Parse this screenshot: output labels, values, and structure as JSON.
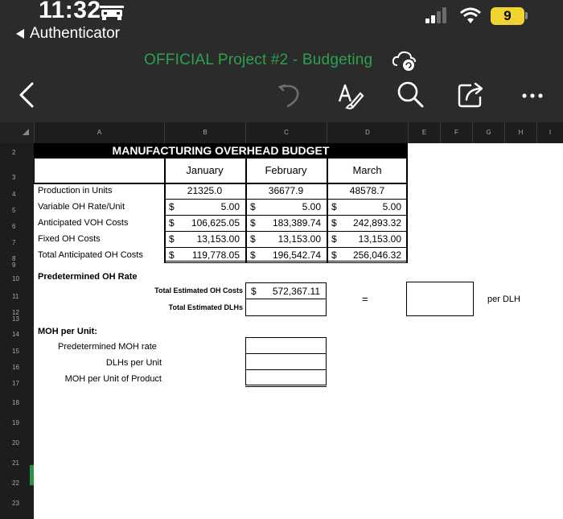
{
  "status_bar": {
    "time": "11:32",
    "back_app": "Authenticator",
    "battery": "9"
  },
  "header": {
    "doc_title": "OFFICIAL Project #2 - Budgeting"
  },
  "toolbar": {
    "icons": [
      "back-chevron-icon",
      "undo-icon",
      "format-brush-icon",
      "search-icon",
      "share-icon",
      "more-icon"
    ]
  },
  "columns": [
    "A",
    "B",
    "C",
    "D",
    "E",
    "F",
    "G",
    "H",
    "I"
  ],
  "rows": [
    "2",
    "3",
    "4",
    "5",
    "6",
    "7",
    "8",
    "9",
    "10",
    "11",
    "12",
    "13",
    "14",
    "15",
    "16",
    "17",
    "18",
    "19",
    "20",
    "21",
    "22",
    "23"
  ],
  "budget": {
    "title": "MANUFACTURING OVERHEAD BUDGET",
    "months": [
      "January",
      "February",
      "March"
    ],
    "production": {
      "label": "Production in Units",
      "values": [
        "21325.0",
        "36677.9",
        "48578.7"
      ]
    },
    "var_rate": {
      "label": "Variable OH Rate/Unit",
      "values": [
        "5.00",
        "5.00",
        "5.00"
      ]
    },
    "voh": {
      "label": "Anticipated VOH Costs",
      "values": [
        "106,625.05",
        "183,389.74",
        "242,893.32"
      ]
    },
    "fixed": {
      "label": "Fixed OH Costs",
      "values": [
        "13,153.00",
        "13,153.00",
        "13,153.00"
      ]
    },
    "total": {
      "label": "Total Anticipated OH Costs",
      "values": [
        "119,778.05",
        "196,542.74",
        "256,046.32"
      ]
    },
    "currency": "$"
  },
  "predetermined": {
    "heading": "Predetermined OH Rate",
    "total_oh_label": "Total Estimated OH Costs",
    "total_oh_value": "572,367.11",
    "total_dlh_label": "Total Estimated DLHs",
    "equals": "=",
    "per_dlh": "per DLH"
  },
  "moh": {
    "heading": "MOH per Unit:",
    "rate_label": "Predetermined MOH rate",
    "dlh_label": "DLHs per Unit",
    "product_label": "MOH per Unit of Product"
  }
}
